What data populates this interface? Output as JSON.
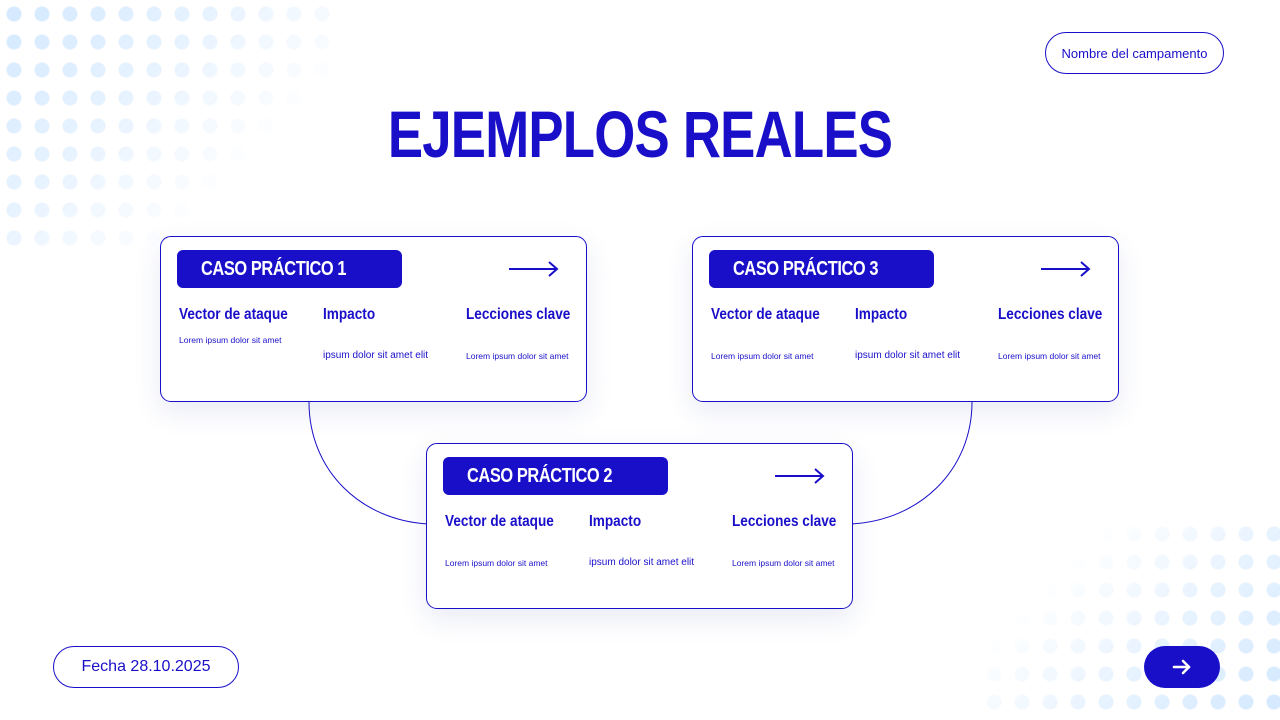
{
  "colors": {
    "primary": "#1a0fc9",
    "background": "#ffffff",
    "dots": "#cee6ff"
  },
  "header": {
    "campaign_name": "Nombre del campamento"
  },
  "title": "EJEMPLOS REALES",
  "cards": [
    {
      "badge": "CASO PRÁCTICO 1",
      "arrow_icon": "arrow-right-icon",
      "columns": [
        {
          "heading": "Vector de ataque",
          "text": "Lorem ipsum dolor sit amet"
        },
        {
          "heading": "Impacto",
          "text": "ipsum dolor sit amet elit"
        },
        {
          "heading": "Lecciones clave",
          "text": "Lorem ipsum dolor sit amet"
        }
      ]
    },
    {
      "badge": "CASO PRÁCTICO 2",
      "arrow_icon": "arrow-right-icon",
      "columns": [
        {
          "heading": "Vector de ataque",
          "text": "Lorem ipsum dolor sit amet"
        },
        {
          "heading": "Impacto",
          "text": "ipsum dolor sit amet elit"
        },
        {
          "heading": "Lecciones clave",
          "text": "Lorem ipsum dolor sit amet"
        }
      ]
    },
    {
      "badge": "CASO PRÁCTICO 3",
      "arrow_icon": "arrow-right-icon",
      "columns": [
        {
          "heading": "Vector de ataque",
          "text": "Lorem ipsum dolor sit amet"
        },
        {
          "heading": "Impacto",
          "text": "ipsum dolor sit amet elit"
        },
        {
          "heading": "Lecciones clave",
          "text": "Lorem ipsum dolor sit amet"
        }
      ]
    }
  ],
  "footer": {
    "date": "Fecha 28.10.2025",
    "next_icon": "arrow-right-icon"
  }
}
